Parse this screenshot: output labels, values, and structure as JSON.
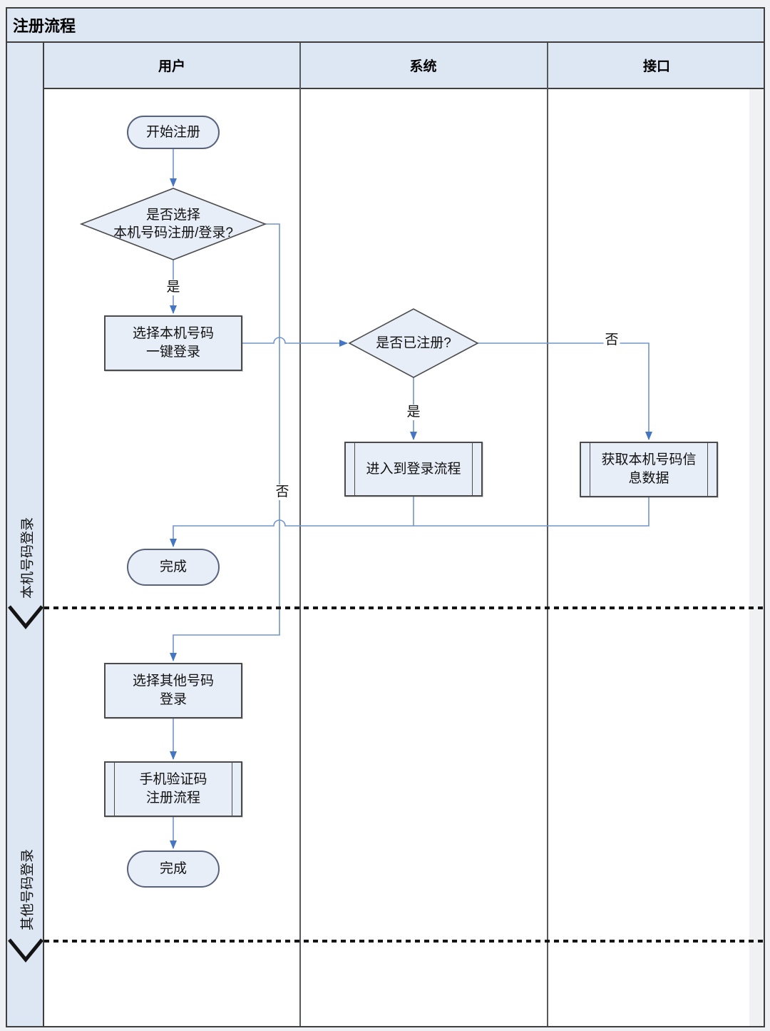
{
  "title": "注册流程",
  "header": {
    "columns": [
      "用户",
      "系统",
      "接口"
    ]
  },
  "lanes": [
    {
      "label": "本机号码登录"
    },
    {
      "label": "其他号码登录"
    }
  ],
  "nodes": {
    "start": {
      "type": "terminator",
      "label": "开始注册"
    },
    "decide_local": {
      "type": "decision",
      "lines": [
        "是否选择",
        "本机号码注册/登录?"
      ]
    },
    "select_local": {
      "type": "process",
      "lines": [
        "选择本机号码",
        "一键登录"
      ]
    },
    "registered": {
      "type": "decision",
      "label": "是否已注册?"
    },
    "login_flow": {
      "type": "predefined",
      "label": "进入到登录流程"
    },
    "fetch_info": {
      "type": "predefined",
      "lines": [
        "获取本机号码信",
        "息数据"
      ]
    },
    "done_local": {
      "type": "terminator",
      "label": "完成"
    },
    "select_other": {
      "type": "process",
      "lines": [
        "选择其他号码",
        "登录"
      ]
    },
    "sms_flow": {
      "type": "predefined",
      "lines": [
        "手机验证码",
        "注册流程"
      ]
    },
    "done_other": {
      "type": "terminator",
      "label": "完成"
    }
  },
  "edge_labels": {
    "yes_choose": "是",
    "no_choose": "否",
    "yes_registered": "是",
    "no_registered": "否"
  },
  "colors": {
    "panel_fill": "#dde7f3",
    "node_fill": "#e8eef8",
    "node_border": "#4b4b4b",
    "terminator_border": "#58627a",
    "connector_line": "#7095cb",
    "arrow_fill": "#4576c2",
    "lane_separator": "#141414",
    "grid_line": "#3f3f3f"
  }
}
